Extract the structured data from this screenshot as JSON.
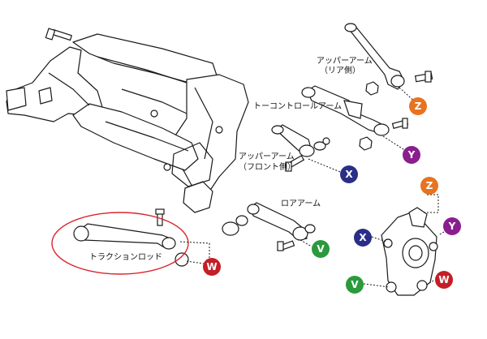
{
  "labels": {
    "upper_arm_rear_1": "アッパーアーム",
    "upper_arm_rear_2": "（リア側）",
    "toe_control_arm": "トーコントロールアーム",
    "upper_arm_front_1": "アッパーアーム",
    "upper_arm_front_2": "（フロント側）",
    "lower_arm": "ロアアーム",
    "traction_rod": "トラクションロッド"
  },
  "badges": {
    "z": "Z",
    "y": "Y",
    "x": "X",
    "v": "V",
    "w": "W"
  },
  "colors": {
    "z": "#e8731f",
    "y": "#8a1e8e",
    "x": "#2b2e86",
    "v": "#2a9a3c",
    "w": "#c41e26",
    "highlight": "#d8262e",
    "line": "#1a1a1a"
  }
}
